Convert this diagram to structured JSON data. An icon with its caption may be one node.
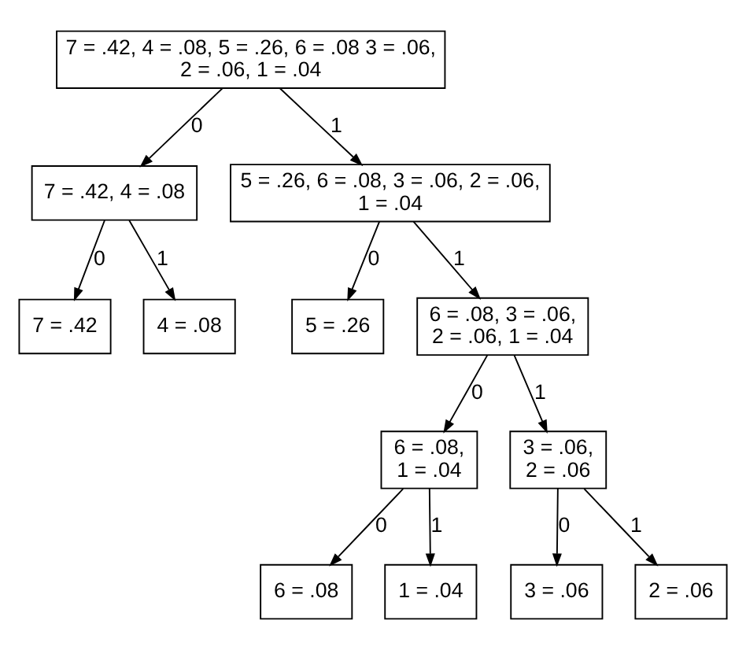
{
  "diagram": {
    "nodes": [
      {
        "text": [
          "7 = .42, 4 = .08, 5 = .26, 6 = .08 3 = .06, 2 = .06, 1 = .04"
        ]
      },
      {
        "text": [
          "7 = .42, 4 = .08"
        ]
      },
      {
        "text": [
          "5 = .26, 6 = .08, 3 = .06, 2 = .06, 1 = .04"
        ]
      },
      {
        "text": [
          "7 = .42"
        ]
      },
      {
        "text": [
          "4 = .08"
        ]
      },
      {
        "text": [
          "5 = .26"
        ]
      },
      {
        "text": [
          "6 = .08, 3 = .06, 2 = .06, 1 = .04"
        ]
      },
      {
        "text": [
          "6 = .08, 1 = .04"
        ]
      },
      {
        "text": [
          "3 = .06, 2 = .06"
        ]
      },
      {
        "text": [
          "6 = .08"
        ]
      },
      {
        "text": [
          "1 = .04"
        ]
      },
      {
        "text": [
          "3 = .06"
        ]
      },
      {
        "text": [
          "2 = .06"
        ]
      }
    ],
    "edges": [
      {
        "from": 0,
        "to": 1,
        "arrow": "to",
        "label": "0"
      },
      {
        "from": 0,
        "to": 2,
        "arrow": "to",
        "label": "1"
      },
      {
        "from": 1,
        "to": 3,
        "arrow": "to",
        "label": "0"
      },
      {
        "from": 1,
        "to": 4,
        "arrow": "to",
        "label": "1"
      },
      {
        "from": 2,
        "to": 5,
        "arrow": "to",
        "label": "0"
      },
      {
        "from": 2,
        "to": 6,
        "arrow": "to",
        "label": "1"
      },
      {
        "from": 6,
        "to": 7,
        "arrow": "to",
        "label": "0"
      },
      {
        "from": 6,
        "to": 8,
        "arrow": "to",
        "label": "1"
      },
      {
        "from": 7,
        "to": 9,
        "arrow": "to",
        "label": "0"
      },
      {
        "from": 7,
        "to": 10,
        "arrow": "to",
        "label": "1"
      },
      {
        "from": 8,
        "to": 11,
        "arrow": "to",
        "label": "0"
      },
      {
        "from": 8,
        "to": 12,
        "arrow": "to",
        "label": "1"
      }
    ]
  }
}
